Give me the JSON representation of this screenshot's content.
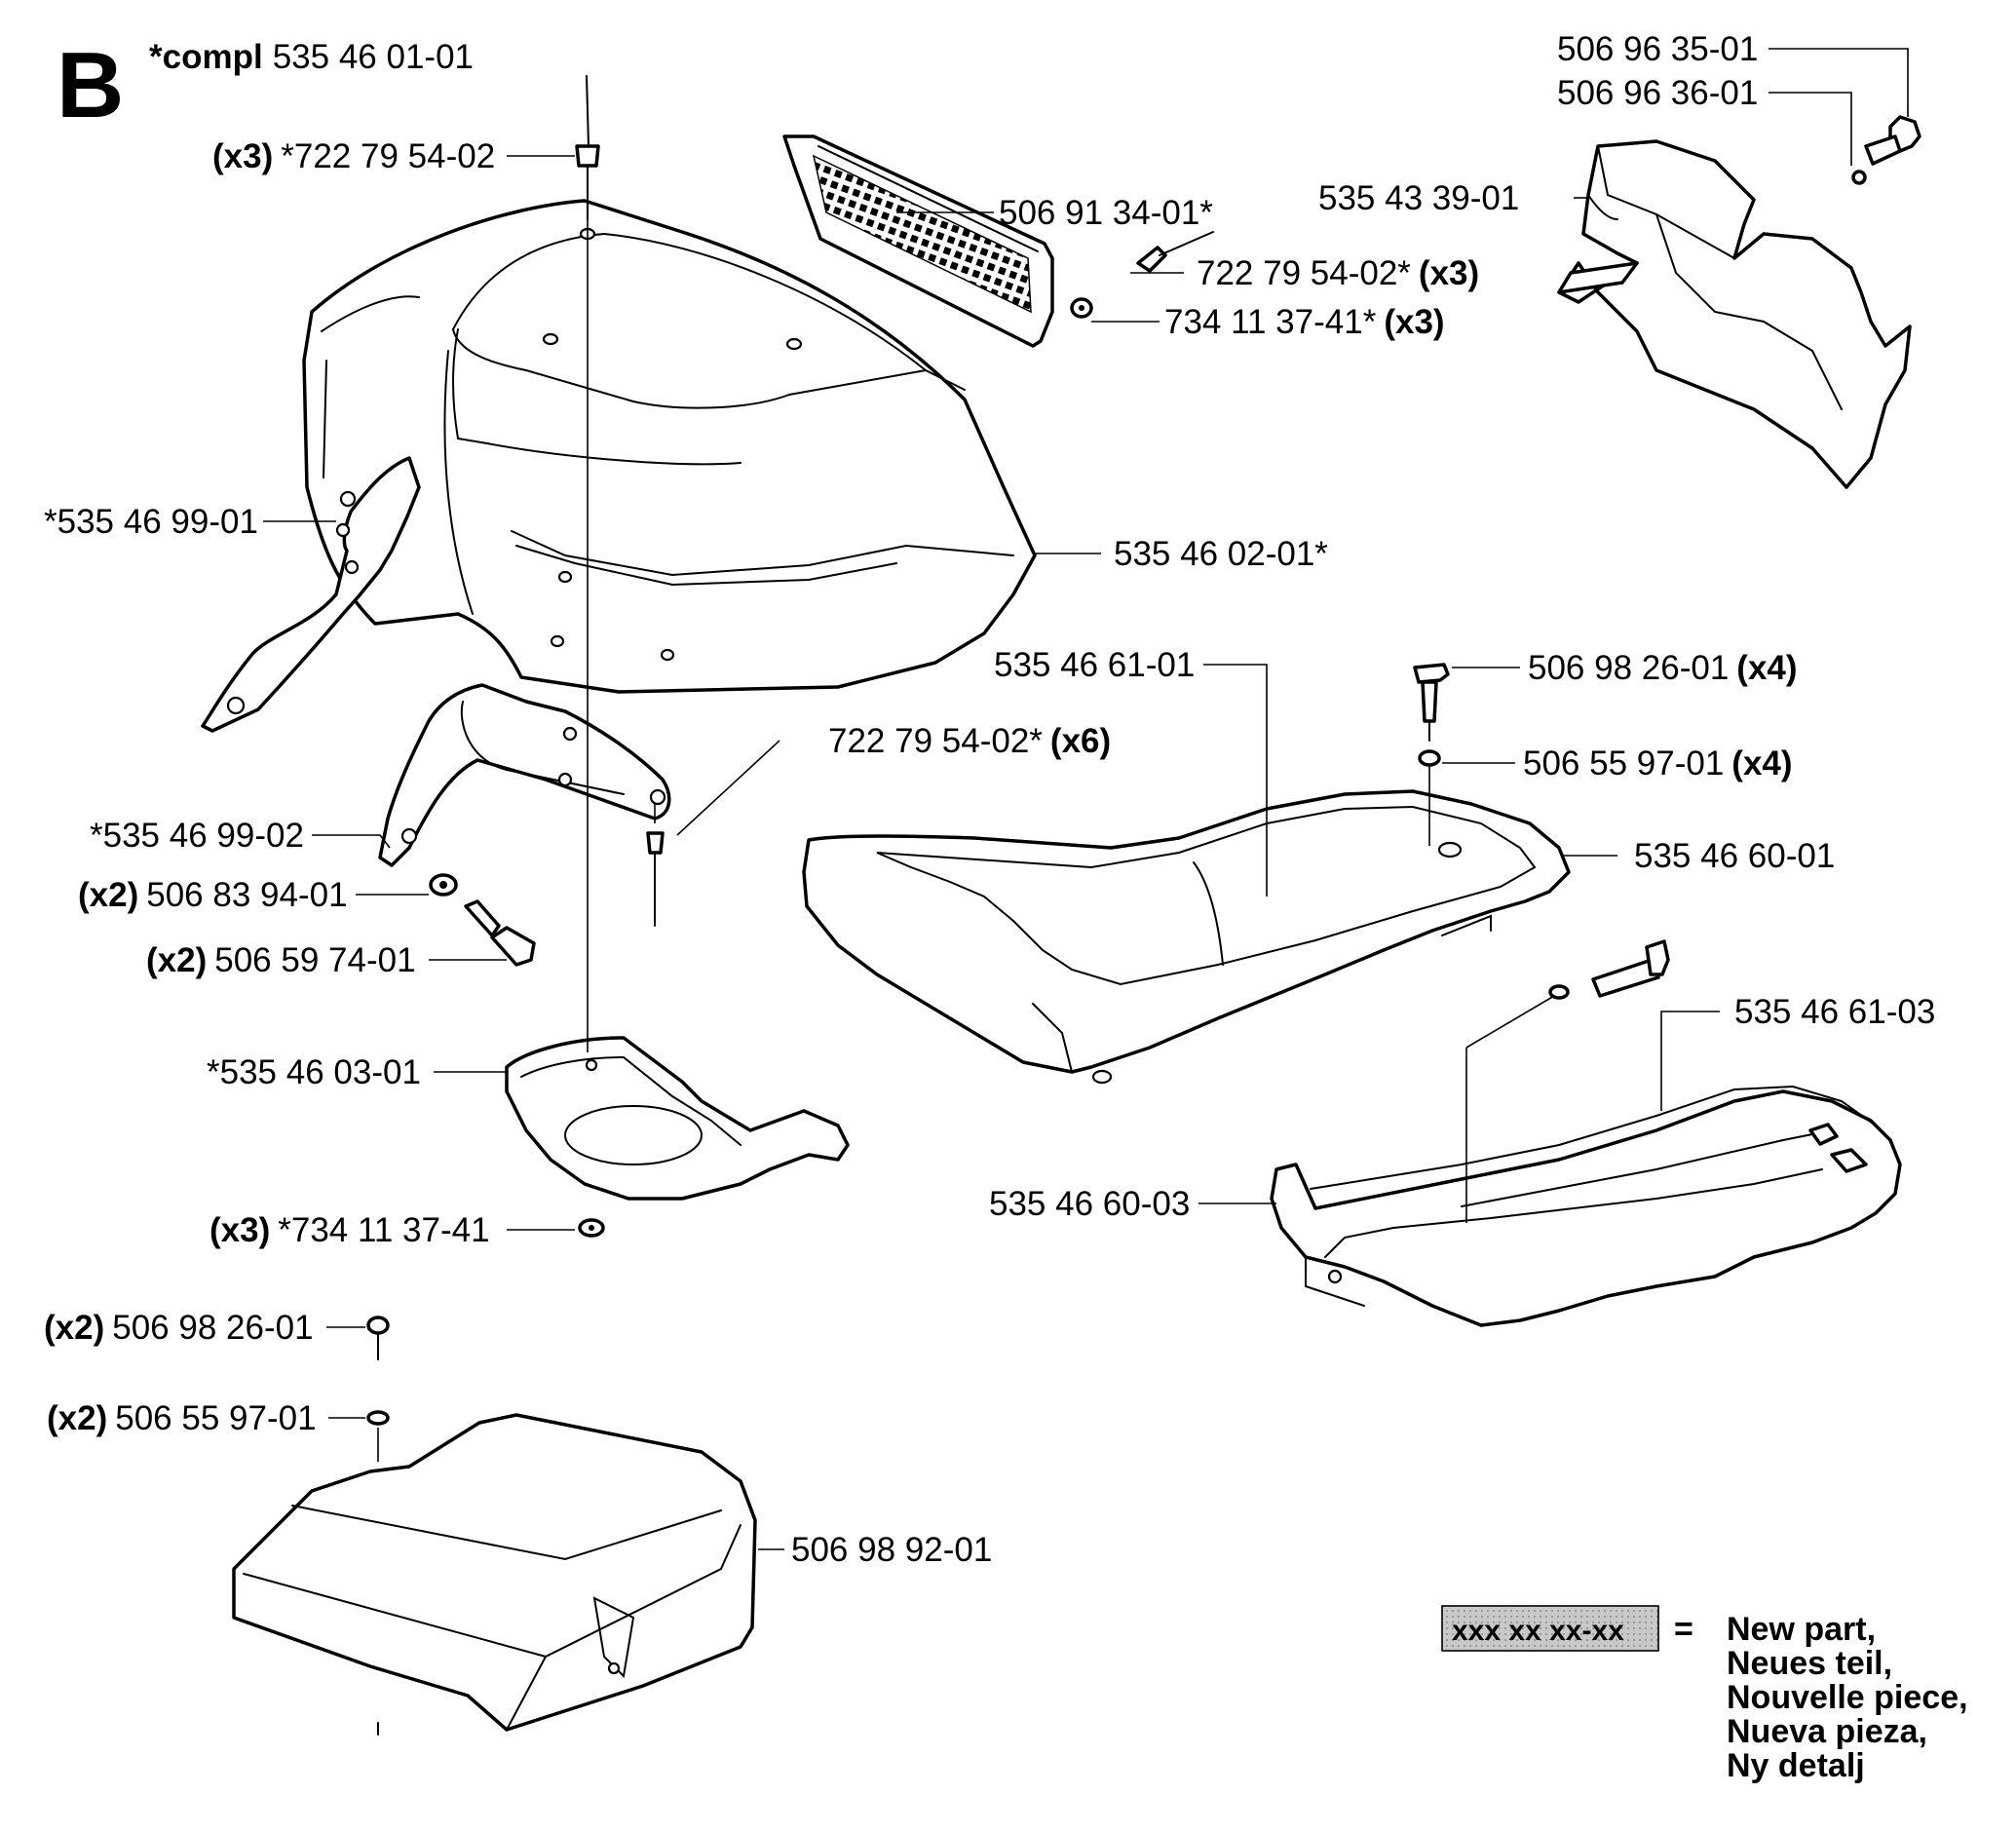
{
  "section_letter": "B",
  "complete_assembly": {
    "prefix": "*compl",
    "number": "535 46 01-01"
  },
  "callouts": [
    {
      "id": "c01",
      "qty": "(x3)",
      "number": "*722 79 54-02",
      "suffix": ""
    },
    {
      "id": "c02",
      "qty": "",
      "number": "506 91 34-01*",
      "suffix": ""
    },
    {
      "id": "c03",
      "qty": "",
      "number": "722 79 54-02*",
      "suffix": "(x3)"
    },
    {
      "id": "c04",
      "qty": "",
      "number": "734 11 37-41*",
      "suffix": "(x3)"
    },
    {
      "id": "c05",
      "qty": "",
      "number": "506 96 35-01",
      "suffix": ""
    },
    {
      "id": "c06",
      "qty": "",
      "number": "506 96 36-01",
      "suffix": ""
    },
    {
      "id": "c07",
      "qty": "",
      "number": "535 43 39-01",
      "suffix": ""
    },
    {
      "id": "c08",
      "qty": "",
      "number": "*535 46 99-01",
      "suffix": ""
    },
    {
      "id": "c09",
      "qty": "",
      "number": "535 46 02-01*",
      "suffix": ""
    },
    {
      "id": "c10",
      "qty": "",
      "number": "535 46 61-01",
      "suffix": ""
    },
    {
      "id": "c11",
      "qty": "",
      "number": "506 98 26-01",
      "suffix": "(x4)"
    },
    {
      "id": "c12",
      "qty": "",
      "number": "506 55 97-01",
      "suffix": "(x4)"
    },
    {
      "id": "c13",
      "qty": "",
      "number": "535 46 60-01",
      "suffix": ""
    },
    {
      "id": "c14",
      "qty": "",
      "number": "722 79 54-02*",
      "suffix": "(x6)"
    },
    {
      "id": "c15",
      "qty": "",
      "number": "*535 46 99-02",
      "suffix": ""
    },
    {
      "id": "c16",
      "qty": "(x2)",
      "number": "506 83 94-01",
      "suffix": ""
    },
    {
      "id": "c17",
      "qty": "(x2)",
      "number": "506 59 74-01",
      "suffix": ""
    },
    {
      "id": "c18",
      "qty": "",
      "number": "535 46 61-03",
      "suffix": ""
    },
    {
      "id": "c19",
      "qty": "",
      "number": "*535 46 03-01",
      "suffix": ""
    },
    {
      "id": "c20",
      "qty": "",
      "number": "535 46 60-03",
      "suffix": ""
    },
    {
      "id": "c21",
      "qty": "(x3)",
      "number": "*734 11 37-41",
      "suffix": ""
    },
    {
      "id": "c22",
      "qty": "(x2)",
      "number": "506 98 26-01",
      "suffix": ""
    },
    {
      "id": "c23",
      "qty": "(x2)",
      "number": "506 55 97-01",
      "suffix": ""
    },
    {
      "id": "c24",
      "qty": "",
      "number": "506 98 92-01",
      "suffix": ""
    }
  ],
  "legend": {
    "sample": "xxx xx xx-xx",
    "equals": "=",
    "lines": [
      "New part,",
      "Neues teil,",
      "Nouvelle piece,",
      "Nueva pieza,",
      "Ny detalj"
    ]
  },
  "colors": {
    "line": "#000000",
    "background": "#ffffff",
    "legend_box": "#c8c8c8"
  }
}
